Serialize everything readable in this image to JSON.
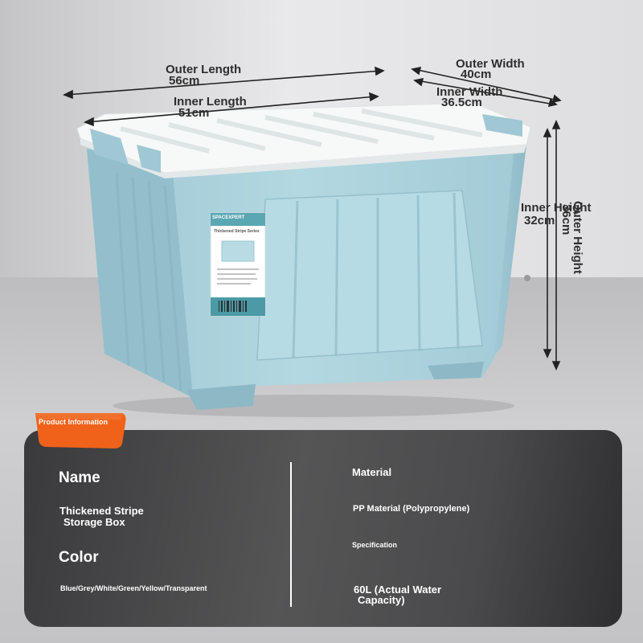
{
  "dimensions": {
    "outer_length_label": "Outer Length",
    "outer_length_value": "56cm",
    "inner_length_label": "Inner Length",
    "inner_length_value": "51cm",
    "outer_width_label": "Outer Width",
    "outer_width_value": "40cm",
    "inner_width_label": "Inner Width",
    "inner_width_value": "36.5cm",
    "inner_height_label": "Inner Height",
    "inner_height_value": "32cm",
    "outer_height_label": "Outer Height",
    "outer_height_value": "36cm"
  },
  "product_label": {
    "brand": "SPACEXPERT",
    "series": "Thickened Stripe Series"
  },
  "panel": {
    "tag": "Product Information",
    "name_heading": "Name",
    "name_value_line1": "Thickened Stripe",
    "name_value_line2": "Storage Box",
    "color_heading": "Color",
    "color_value": "Blue/Grey/White/Green/Yellow/Transparent",
    "material_heading": "Material",
    "material_value": "PP Material (Polypropylene)",
    "spec_heading": "Specification",
    "spec_value_line1": "60L (Actual Water",
    "spec_value_line2": "Capacity)"
  },
  "colors": {
    "box_blue": "#a9d0db",
    "lid_white": "#f7f8f8",
    "panel_dark": "#3f3f41",
    "tag_orange": "#f0621a"
  }
}
